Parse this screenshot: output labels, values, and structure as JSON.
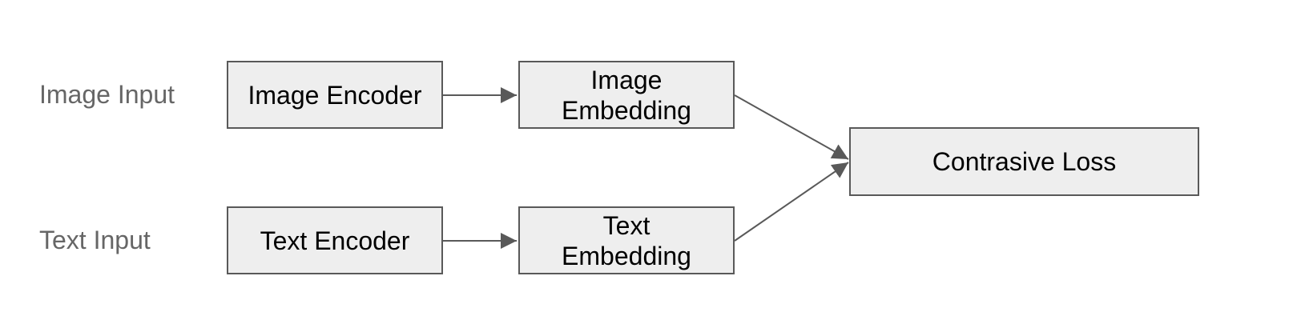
{
  "inputs": {
    "image": "Image Input",
    "text": "Text Input"
  },
  "nodes": {
    "image_encoder": "Image Encoder",
    "image_embedding": [
      "Image",
      "Embedding"
    ],
    "text_encoder": "Text Encoder",
    "text_embedding": [
      "Text",
      "Embedding"
    ],
    "contrastive_loss": "Contrasive Loss"
  },
  "colors": {
    "node_fill": "#eeeeee",
    "node_border": "#595959",
    "label_text": "#666666",
    "arrow": "#595959"
  }
}
